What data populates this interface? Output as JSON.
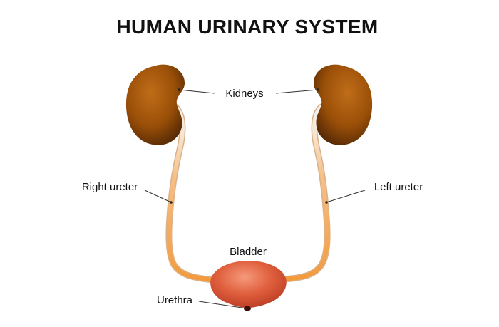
{
  "title": "HUMAN URINARY SYSTEM",
  "labels": {
    "kidneys": "Kidneys",
    "right_ureter": "Right ureter",
    "left_ureter": "Left ureter",
    "bladder": "Bladder",
    "urethra": "Urethra"
  },
  "colors": {
    "kidney": "#9a4f08",
    "ureter": "#f4a24a",
    "bladder": "#dd5a3a",
    "text": "#111111"
  }
}
